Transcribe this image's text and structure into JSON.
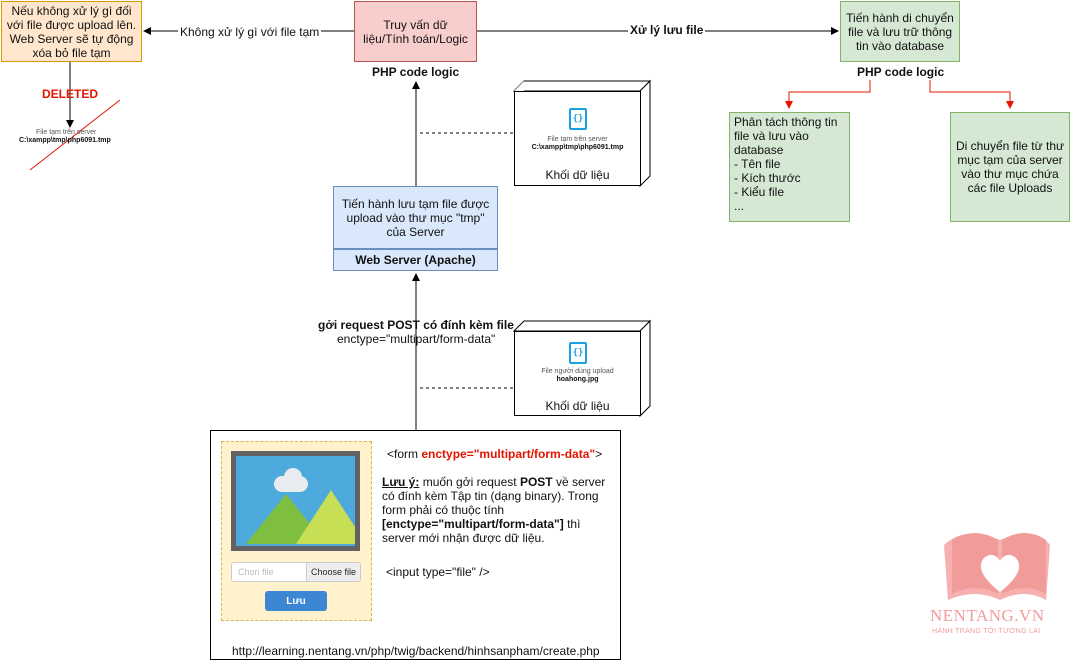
{
  "nodes": {
    "cleanup_note": "Nếu không xử lý gì đối với file được upload lên. Web Server sẽ tự động xóa bỏ file tạm",
    "query_logic": "Truy vấn dữ liệu/Tính toán/Logic",
    "move_store": "Tiến hành di chuyển file và lưu trữ thông tin vào database",
    "split_info": "Phân tách thông tin file và lưu vào database\n- Tên file\n- Kích thước\n- Kiểu file\n...",
    "move_uploads": "Di chuyển file từ thư mục tạm của server vào thư mục chứa các file Uploads",
    "temp_save": "Tiến hành lưu tạm file được upload vào thư mục \"tmp\" của Server",
    "web_server": "Web Server (Apache)"
  },
  "labels": {
    "no_process": "Không xử lý gì với file tạm",
    "process_file": "Xử lý lưu file",
    "php_logic_1": "PHP code logic",
    "php_logic_2": "PHP code logic",
    "deleted": "DELETED",
    "send_request": "gởi request POST có đính kèm file",
    "enctype": "enctype=\"multipart/form-data\"",
    "temp_file_caption": "File tạm trên server",
    "temp_file_path": "C:\\xampp\\tmp\\php6091.tmp"
  },
  "data_blocks": [
    {
      "caption": "File tạm trên server",
      "filename": "C:\\xampp\\tmp\\php6091.tmp",
      "title": "Khối dữ liệu",
      "icon": "json-file-icon"
    },
    {
      "caption": "File người dùng upload",
      "filename": "hoahong.jpg",
      "title": "Khối dữ liệu",
      "icon": "json-file-icon"
    }
  ],
  "form": {
    "tag_open": "<form ",
    "tag_attr": "enctype=\"multipart/form-data\"",
    "tag_close": ">",
    "note_label": "Lưu ý:",
    "note_text_1": " muốn gởi request ",
    "note_post": "POST",
    "note_text_2": " về server có đính kèm Tập tin (dạng binary). Trong form phải có thuộc tính ",
    "note_attr": "[enctype=\"multipart/form-data\"]",
    "note_text_3": " thì server mới nhận được dữ liệu.",
    "file_placeholder": "Chọn file",
    "choose_button": "Choose file",
    "input_hint": "<input type=\"file\" />",
    "save_button": "Lưu",
    "url": "http://learning.nentang.vn/php/twig/backend/hinhsanpham/create.php"
  },
  "logo": {
    "name": "NENTANG.VN",
    "tagline": "HÀNH TRANG TỚI TƯƠNG LAI"
  },
  "colors": {
    "orange_fill": "#ffe6cc",
    "red_fill": "#f8cecc",
    "green_fill": "#d5e8d4",
    "blue_fill": "#dae8fc",
    "accent_red": "#e51400",
    "icon_blue": "#1ba1e2"
  }
}
